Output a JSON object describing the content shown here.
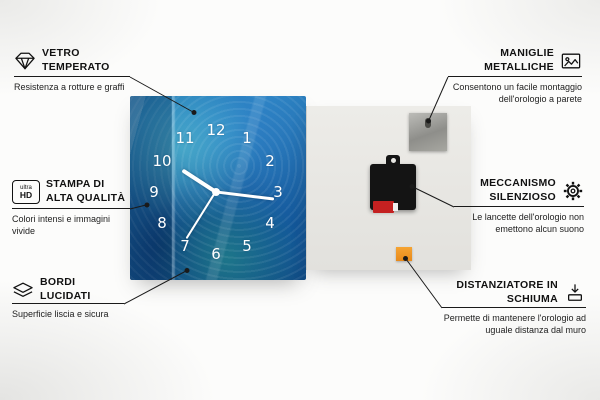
{
  "callouts": [
    {
      "title": "VETRO TEMPERATO",
      "subtitle": "Resistenza a rotture e graffi",
      "icon": "diamond-icon"
    },
    {
      "title": "STAMPA DI ALTA QUALITÀ",
      "subtitle": "Colori intensi e immagini vivide",
      "icon": "ultra-hd-icon",
      "icon_text_top": "ultra",
      "icon_text_bottom": "HD"
    },
    {
      "title": "BORDI LUCIDATI",
      "subtitle": "Superficie liscia e sicura",
      "icon": "polished-edges-icon"
    },
    {
      "title": "MANIGLIE METALLICHE",
      "subtitle": "Consentono un facile montaggio dell'orologio a parete",
      "icon": "picture-frame-icon"
    },
    {
      "title": "MECCANISMO SILENZIOSO",
      "subtitle": "Le lancette dell'orologio non emettono alcun suono",
      "icon": "gear-icon"
    },
    {
      "title": "DISTANZIATORE IN SCHIUMA",
      "subtitle": "Permette di mantenere l'orologio ad uguale distanza dal muro",
      "icon": "foam-spacer-icon"
    }
  ],
  "clock": {
    "numbers": [
      "12",
      "1",
      "2",
      "3",
      "4",
      "5",
      "6",
      "7",
      "8",
      "9",
      "10",
      "11"
    ]
  },
  "colors": {
    "clock_blue": "#1f6fae",
    "foam_orange": "#f09a2a",
    "mechanism_black": "#141414",
    "back_panel": "#e8e7e3"
  }
}
